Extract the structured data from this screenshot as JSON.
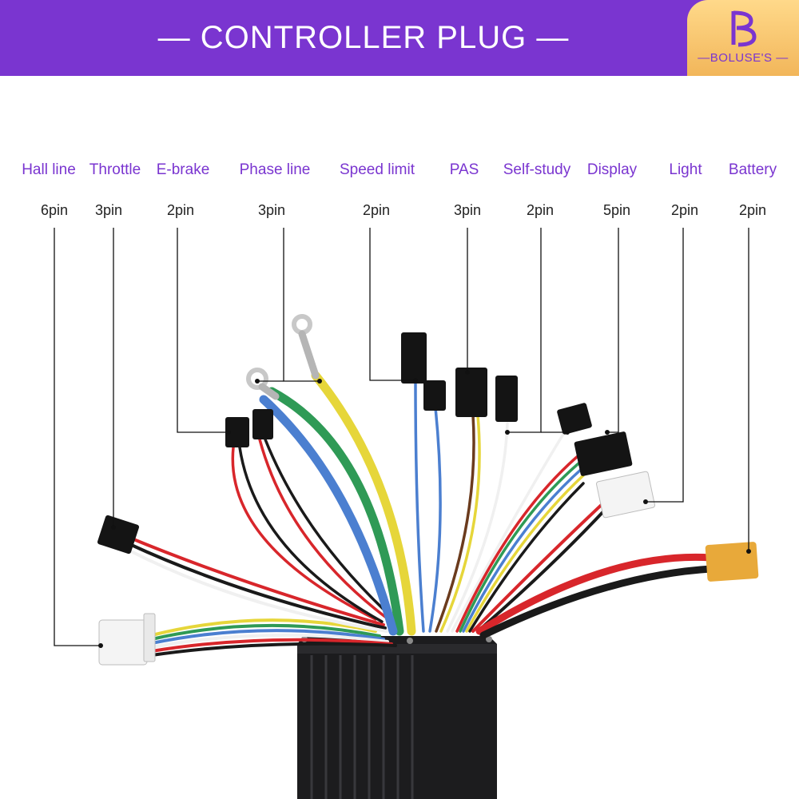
{
  "banner": {
    "title": "— CONTROLLER  PLUG —",
    "brand": "—BOLUSE'S —",
    "color": "#7a35d0",
    "logo_color": "#f5c06a"
  },
  "connectors": [
    {
      "name": "Hall line",
      "pins": "6pin"
    },
    {
      "name": "Throttle",
      "pins": "3pin"
    },
    {
      "name": "E-brake",
      "pins": "2pin"
    },
    {
      "name": "Phase line",
      "pins": "3pin"
    },
    {
      "name": "Speed limit",
      "pins": "2pin"
    },
    {
      "name": "PAS",
      "pins": "3pin"
    },
    {
      "name": "Self-study",
      "pins": "2pin"
    },
    {
      "name": "Display",
      "pins": "5pin"
    },
    {
      "name": "Light",
      "pins": "2pin"
    },
    {
      "name": "Battery",
      "pins": "2pin"
    }
  ],
  "colors": {
    "label": "#7a35d0",
    "pin_text": "#222222",
    "leader": "#111111",
    "controller_body": "#1c1c1e",
    "wire_red": "#d8262b",
    "wire_black": "#1a1a1a",
    "wire_yellow": "#e6d63a",
    "wire_green": "#2f9a56",
    "wire_blue": "#4b7fd0",
    "wire_white": "#f0f0f0",
    "wire_brown": "#6b3b1d",
    "battery_plug": "#e8a93a"
  }
}
